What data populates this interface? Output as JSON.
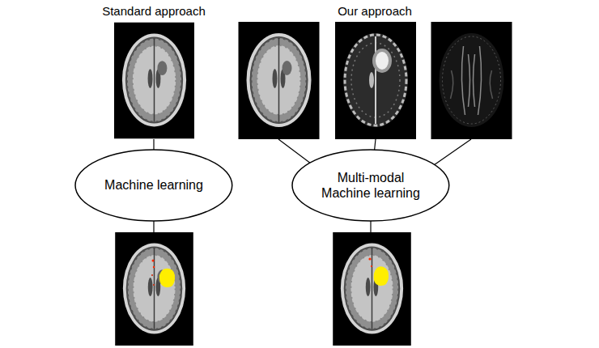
{
  "diagram": {
    "nodes": [
      {
        "text": [
          "Machine learning"
        ]
      },
      {
        "text": [
          "Multi-modal Machine learning"
        ]
      }
    ],
    "labels": [
      "Standard approach",
      "Our approach"
    ]
  }
}
